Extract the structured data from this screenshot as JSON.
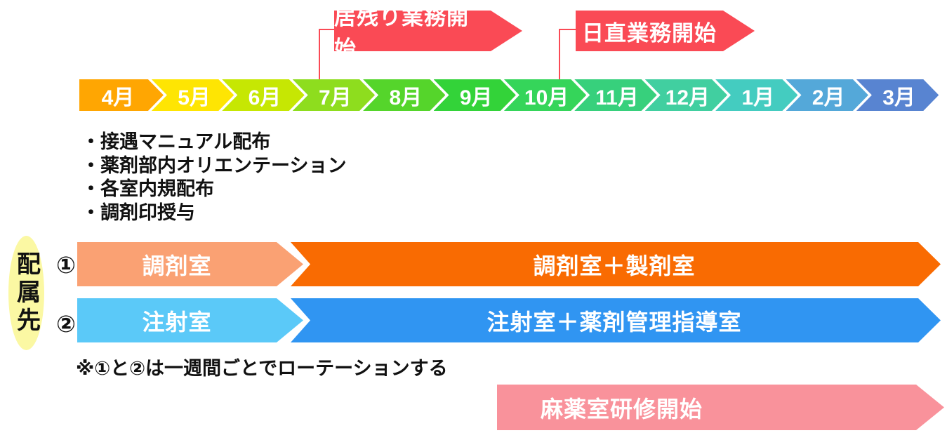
{
  "callouts": [
    {
      "label": "居残り業務開始",
      "color": "#FA4A55",
      "text_color": "#FFFFFF",
      "points_to_month": "7月"
    },
    {
      "label": "日直業務開始",
      "color": "#FA4A55",
      "text_color": "#FFFFFF",
      "points_to_month": "10月"
    }
  ],
  "timeline": {
    "months": [
      {
        "label": "4月",
        "color": "#FFA602"
      },
      {
        "label": "5月",
        "color": "#FEE503"
      },
      {
        "label": "6月",
        "color": "#C6E703"
      },
      {
        "label": "7月",
        "color": "#8EDD1E"
      },
      {
        "label": "8月",
        "color": "#55D52B"
      },
      {
        "label": "9月",
        "color": "#33D339"
      },
      {
        "label": "10月",
        "color": "#35D55A"
      },
      {
        "label": "11月",
        "color": "#37D07C"
      },
      {
        "label": "12月",
        "color": "#41CFA0"
      },
      {
        "label": "1月",
        "color": "#44CCC0"
      },
      {
        "label": "2月",
        "color": "#54A8D9"
      },
      {
        "label": "3月",
        "color": "#5884D1"
      }
    ]
  },
  "orientation_notes": {
    "items": [
      "・接遇マニュアル配布",
      "・薬剤部内オリエンテーション",
      "・各室内規配布",
      "・調剤印授与"
    ]
  },
  "assignment": {
    "header": "配属先",
    "header_bg": "#FBF8A3",
    "rows": [
      {
        "number": "①",
        "first": {
          "label": "調剤室",
          "color": "#FAA173"
        },
        "second": {
          "label": "調剤室＋製剤室",
          "color": "#F96B02"
        }
      },
      {
        "number": "②",
        "first": {
          "label": "注射室",
          "color": "#5BC9F8"
        },
        "second": {
          "label": "注射室＋薬剤管理指導室",
          "color": "#3095F2"
        }
      }
    ],
    "note": "※①と②は一週間ごとでローテーションする"
  },
  "narcotics": {
    "label": "麻薬室研修開始",
    "color": "#F9929B"
  }
}
